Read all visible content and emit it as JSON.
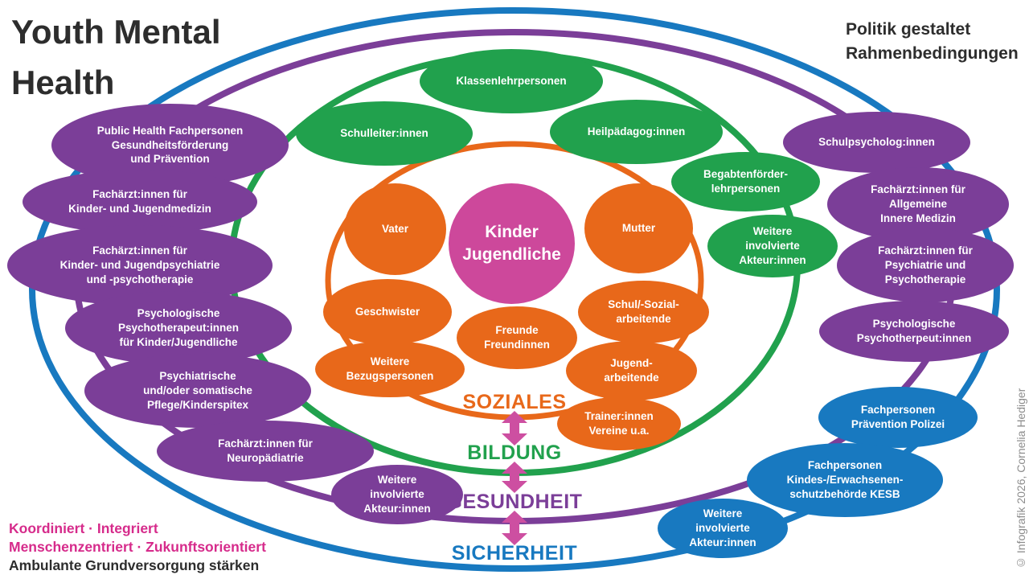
{
  "title": "Youth Mental\nHealth",
  "policy_note": "Politik gestaltet\nRahmenbedingungen",
  "footer": {
    "line1": "Koordiniert · Integriert",
    "line2": "Menschenzentriert · Zukunftsorientiert",
    "line3": "Ambulante Grundversorgung stärken"
  },
  "copyright": "© Infografik 2026, Cornelia Hediger",
  "colors": {
    "orange": "#E8681A",
    "green": "#21A14D",
    "purple": "#7B3E98",
    "blue": "#1879C0",
    "pink_center": "#CD489B",
    "pink_arrow": "#CD4FA1",
    "pink_footer": "#D62B8B",
    "dark_text": "#2D2D2D",
    "copyright_gray": "#8C8C8C"
  },
  "ring_labels": [
    {
      "label": "SOZIALES",
      "color": "#E8681A"
    },
    {
      "label": "BILDUNG",
      "color": "#21A14D"
    },
    {
      "label": "GESUNDHEIT",
      "color": "#7B3E98"
    },
    {
      "label": "SICHERHEIT",
      "color": "#1879C0"
    }
  ],
  "rings": [
    {
      "name": "soziales",
      "color": "#E8681A"
    },
    {
      "name": "bildung",
      "color": "#21A14D"
    },
    {
      "name": "gesundheit",
      "color": "#7B3E98"
    },
    {
      "name": "sicherheit",
      "color": "#1879C0"
    }
  ],
  "center": {
    "label": "Kinder\nJugendliche",
    "color": "#CD489B"
  },
  "nodes": [
    {
      "label": "Vater",
      "group": "soziales"
    },
    {
      "label": "Mutter",
      "group": "soziales"
    },
    {
      "label": "Geschwister",
      "group": "soziales"
    },
    {
      "label": "Freunde\nFreundinnen",
      "group": "soziales"
    },
    {
      "label": "Weitere\nBezugspersonen",
      "group": "soziales"
    },
    {
      "label": "Schul/-Sozial-\narbeitende",
      "group": "soziales"
    },
    {
      "label": "Jugend-\narbeitende",
      "group": "soziales"
    },
    {
      "label": "Trainer:innen\nVereine u.a.",
      "group": "soziales"
    },
    {
      "label": "Klassenlehrpersonen",
      "group": "bildung"
    },
    {
      "label": "Schulleiter:innen",
      "group": "bildung"
    },
    {
      "label": "Heilpädagog:innen",
      "group": "bildung"
    },
    {
      "label": "Begabtenförder-\nlehrpersonen",
      "group": "bildung"
    },
    {
      "label": "Weitere\ninvolvierte\nAkteur:innen",
      "group": "bildung"
    },
    {
      "label": "Public Health Fachpersonen\nGesundheitsförderung\nund Prävention",
      "group": "gesundheit"
    },
    {
      "label": "Fachärzt:innen für\nKinder- und Jugendmedizin",
      "group": "gesundheit"
    },
    {
      "label": "Fachärzt:innen für\nKinder- und Jugendpsychiatrie\nund -psychotherapie",
      "group": "gesundheit"
    },
    {
      "label": "Psychologische\nPsychotherapeut:innen\nfür Kinder/Jugendliche",
      "group": "gesundheit"
    },
    {
      "label": "Psychiatrische\nund/oder somatische\nPflege/Kinderspitex",
      "group": "gesundheit"
    },
    {
      "label": "Fachärzt:innen für\nNeuropädiatrie",
      "group": "gesundheit"
    },
    {
      "label": "Weitere\ninvolvierte\nAkteur:innen",
      "group": "gesundheit"
    },
    {
      "label": "Schulpsycholog:innen",
      "group": "gesundheit"
    },
    {
      "label": "Fachärzt:innen für\nAllgemeine\nInnere Medizin",
      "group": "gesundheit"
    },
    {
      "label": "Fachärzt:innen für\nPsychiatrie und\nPsychotherapie",
      "group": "gesundheit"
    },
    {
      "label": "Psychologische\nPsychotherpeut:innen",
      "group": "gesundheit"
    },
    {
      "label": "Fachpersonen\nPrävention Polizei",
      "group": "sicherheit"
    },
    {
      "label": "Fachpersonen\nKindes-/Erwachsenen-\nschutzbehörde KESB",
      "group": "sicherheit"
    },
    {
      "label": "Weitere\ninvolvierte\nAkteur:innen",
      "group": "sicherheit"
    }
  ]
}
